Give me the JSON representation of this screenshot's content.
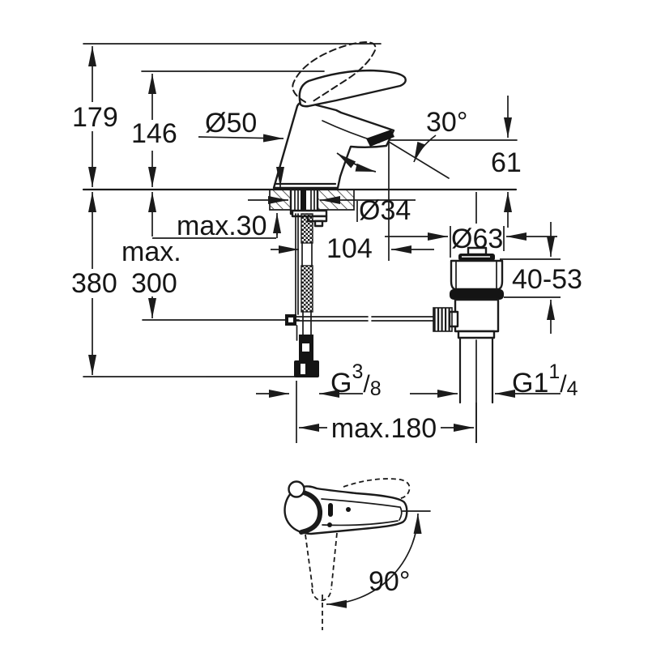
{
  "labels": {
    "height_total": "179",
    "height_to_handle": "146",
    "body_diameter": "50",
    "body_diameter_symbol": "Ø50",
    "spout_angle": "30°",
    "outlet_to_deck": "61",
    "deck_thickness": "max.30",
    "hole_diameter": "Ø34",
    "spout_projection": "104",
    "waste_flange_diameter": "Ø63",
    "rod_max_line1": "max.",
    "rod_max_line2": "300",
    "under_deck_height": "380",
    "waste_clamp_range": "40-53",
    "hose_span": "max.180",
    "handle_swivel": "90°",
    "supply_thread": {
      "g": "G",
      "num": "3",
      "slash": "/",
      "den": "8"
    },
    "waste_thread": {
      "g": "G1",
      "num": "1",
      "slash": "/",
      "den": "4"
    }
  },
  "colors": {
    "ink": "#1b1b1b",
    "paper": "#ffffff"
  }
}
